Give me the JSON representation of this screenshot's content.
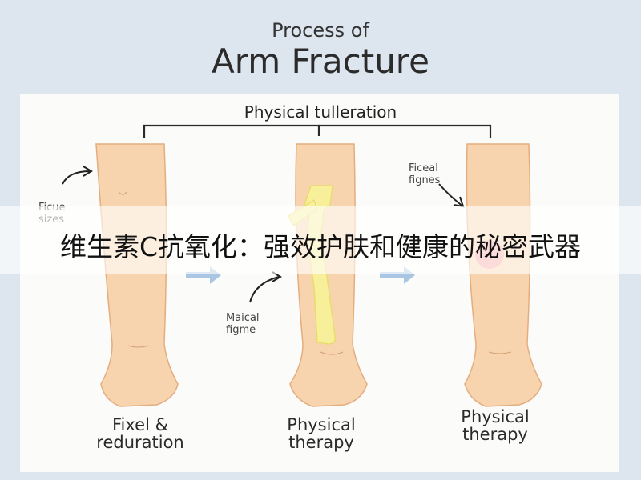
{
  "header": {
    "subtitle": "Process of",
    "title": "Arm Fracture"
  },
  "bracket": {
    "label": "Physical tulleration"
  },
  "annotations": {
    "left": [
      "Ficue",
      "sizes"
    ],
    "middle": [
      "Maical",
      "figme"
    ],
    "right": [
      "Ficeal",
      "fignes"
    ]
  },
  "steps": [
    {
      "label_line1": "Fixel &",
      "label_line2": "reduration"
    },
    {
      "label_line1": "Physical",
      "label_line2": "therapy"
    },
    {
      "label_line1": "Physical",
      "label_line2": "therapy"
    }
  ],
  "overlay": {
    "text": "维生素C抗氧化：强效护肤和健康的秘密武器"
  },
  "colors": {
    "skin": "#f7d4ad",
    "skin_outline": "#e4ad7f",
    "bone": "#f7ef9a",
    "bone_outline": "#e8dc6e",
    "arrow": "#a9c6e3",
    "inflammation": "#f49a9a"
  }
}
